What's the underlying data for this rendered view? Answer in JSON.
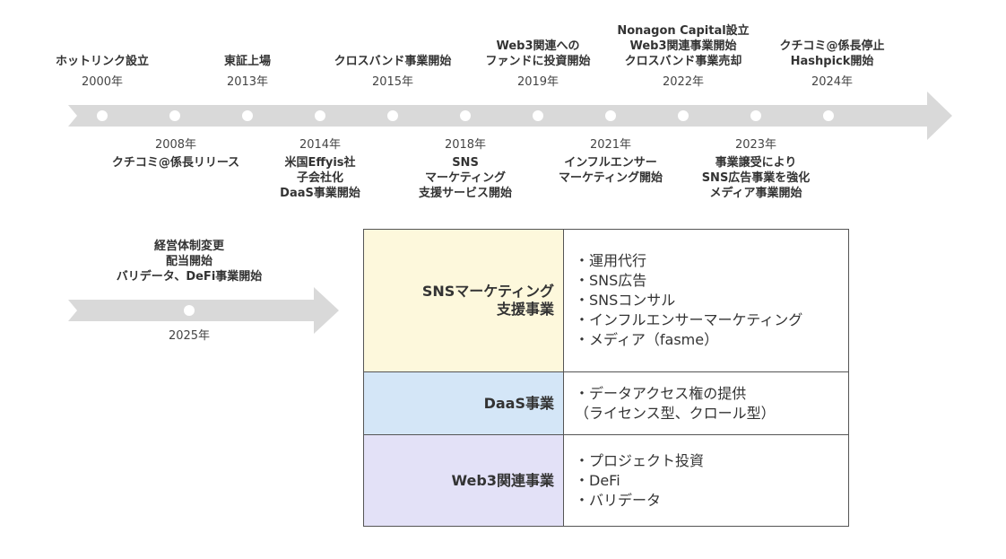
{
  "timeline_top": {
    "above": [
      {
        "year": "2000年",
        "label": "ホットリンク設立"
      },
      {
        "year": "2013年",
        "label": "東証上場"
      },
      {
        "year": "2015年",
        "label": "クロスバンド事業開始"
      },
      {
        "year": "2019年",
        "label": "Web3関連への\nファンドに投資開始"
      },
      {
        "year": "2022年",
        "label": "Nonagon Capital設立\nWeb3関連事業開始\nクロスバンド事業売却"
      },
      {
        "year": "2024年",
        "label": "クチコミ@係長停止\nHashpick開始"
      }
    ],
    "below": [
      {
        "year": "2008年",
        "label": "クチコミ@係長リリース"
      },
      {
        "year": "2014年",
        "label": "米国Effyis社\n子会社化\nDaaS事業開始"
      },
      {
        "year": "2018年",
        "label": "SNS\nマーケティング\n支援サービス開始"
      },
      {
        "year": "2021年",
        "label": "インフルエンサー\nマーケティング開始"
      },
      {
        "year": "2023年",
        "label": "事業譲受により\nSNS広告事業を強化\nメディア事業開始"
      }
    ]
  },
  "timeline_bottom": {
    "year": "2025年",
    "label": "経営体制変更\n配当開始\nバリデータ、DeFi事業開始"
  },
  "businesses": [
    {
      "name": "SNSマーケティング\n支援事業",
      "color": "#fdf8dc",
      "items": [
        "・運用代行",
        "・SNS広告",
        "・SNSコンサル",
        "・インフルエンサーマーケティング",
        "・メディア（fasme）"
      ]
    },
    {
      "name": "DaaS事業",
      "color": "#d4e6f7",
      "items": [
        "・データアクセス権の提供",
        "（ライセンス型、クロール型）"
      ]
    },
    {
      "name": "Web3関連事業",
      "color": "#e3e1f7",
      "items": [
        "・プロジェクト投資",
        "・DeFi",
        "・バリデータ"
      ]
    }
  ],
  "colors": {
    "arrow": "#d9d9d9",
    "dot": "#ffffff",
    "border": "#555555"
  }
}
